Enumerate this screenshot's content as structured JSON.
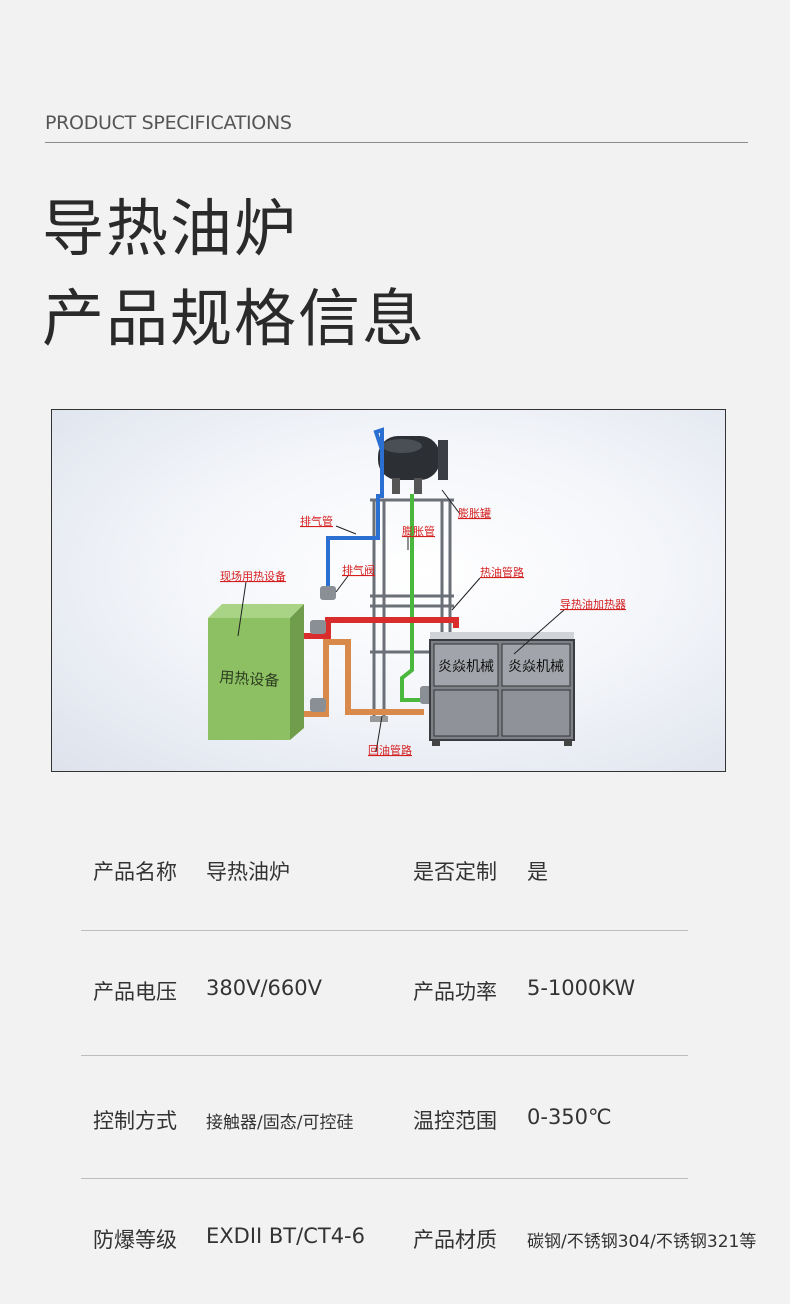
{
  "header": {
    "eyebrow": "PRODUCT SPECIFICATIONS",
    "title_line1": "导热油炉",
    "title_line2": "产品规格信息"
  },
  "diagram": {
    "labels": {
      "expansion_tank": "膨胀罐",
      "exhaust_pipe_top": "排气管",
      "expansion_pipe": "膨胀管",
      "field_heat_equipment": "现场用热设备",
      "exhaust_valve": "排气阀",
      "hot_oil_pipe": "热油管路",
      "oil_heater": "导热油加热器",
      "return_oil_pipe": "回油管路"
    },
    "box_text": "用热设备",
    "panel_text_left": "炎焱机械",
    "panel_text_right": "炎焱机械",
    "colors": {
      "green_box": "#8cc063",
      "hot_pipe": "#d92c2c",
      "return_pipe": "#d98a4a",
      "exhaust_pipe": "#2a6fd1",
      "expansion_pipe": "#49b83c",
      "label_red": "#d41f1f"
    }
  },
  "specs": [
    {
      "l1": "产品名称",
      "v1": "导热油炉",
      "l2": "是否定制",
      "v2": "是"
    },
    {
      "l1": "产品电压",
      "v1": "380V/660V",
      "l2": "产品功率",
      "v2": "5-1000KW"
    },
    {
      "l1": "控制方式",
      "v1": "接触器/固态/可控硅",
      "l2": "温控范围",
      "v2": "0-350℃"
    },
    {
      "l1": "防爆等级",
      "v1": "EXDII BT/CT4-6",
      "l2": "产品材质",
      "v2": "碳钢/不锈钢304/不锈钢321等"
    }
  ]
}
